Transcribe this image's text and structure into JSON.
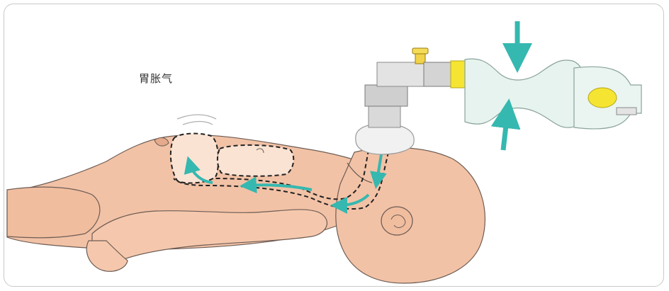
{
  "label": "胃胀气",
  "colors": {
    "frame_border": "#c9c9c9",
    "skin": "#f2c2a6",
    "skin_shadow": "#e5a98b",
    "outline": "#6d5c54",
    "arrow": "#35b8b0",
    "airway_dash": "#2b2b2b",
    "bag_band": "#f5e532",
    "bag_body": "#e7f3ee",
    "valve_body": "#dedede"
  },
  "icons": [
    "compress-arrow-top",
    "compress-arrow-bottom",
    "airflow-arrow",
    "pressure-valve",
    "bag-valve-mask",
    "infant-manikin",
    "stomach-outline",
    "airway-outline"
  ]
}
